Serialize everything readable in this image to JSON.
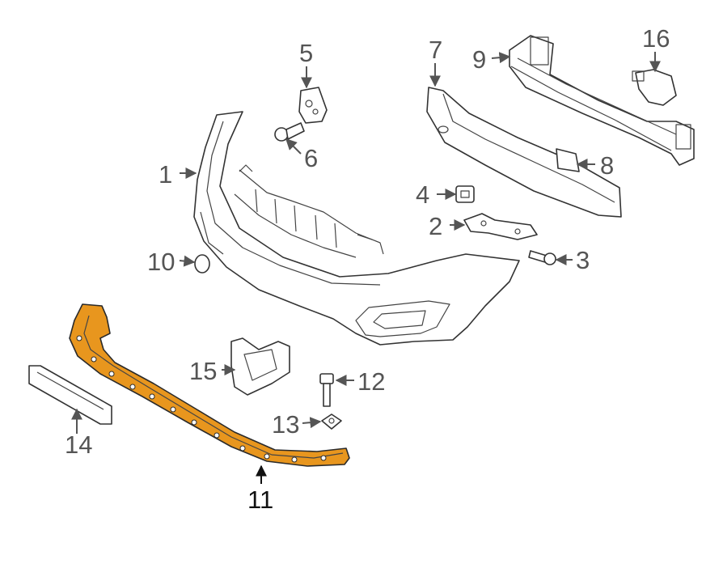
{
  "diagram": {
    "highlight_color": "#e8961e",
    "line_color": "#333333",
    "callouts": [
      {
        "id": "1",
        "label": "1"
      },
      {
        "id": "2",
        "label": "2"
      },
      {
        "id": "3",
        "label": "3"
      },
      {
        "id": "4",
        "label": "4"
      },
      {
        "id": "5",
        "label": "5"
      },
      {
        "id": "6",
        "label": "6"
      },
      {
        "id": "7",
        "label": "7"
      },
      {
        "id": "8",
        "label": "8"
      },
      {
        "id": "9",
        "label": "9"
      },
      {
        "id": "10",
        "label": "10"
      },
      {
        "id": "11",
        "label": "11",
        "highlighted": true
      },
      {
        "id": "12",
        "label": "12"
      },
      {
        "id": "13",
        "label": "13"
      },
      {
        "id": "14",
        "label": "14"
      },
      {
        "id": "15",
        "label": "15"
      },
      {
        "id": "16",
        "label": "16"
      }
    ]
  }
}
